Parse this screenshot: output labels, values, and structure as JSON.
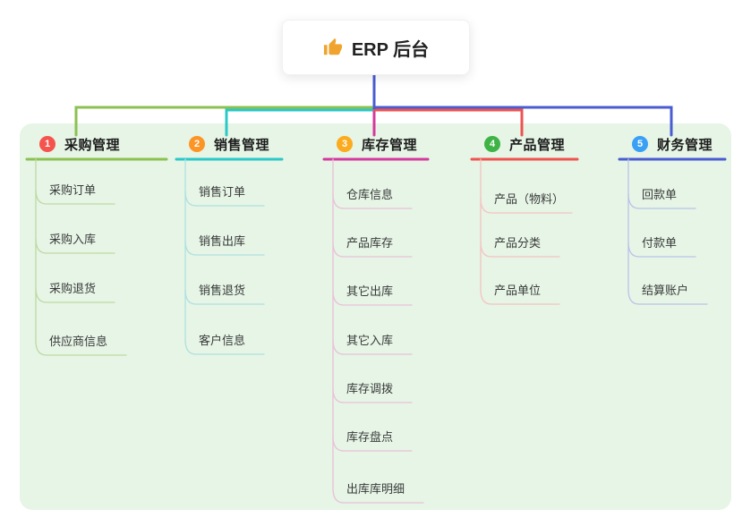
{
  "root": {
    "label": "ERP 后台",
    "icon": "thumbs-up",
    "icon_color": "#f0a32f"
  },
  "panel": {
    "background": "#e6f5e6"
  },
  "connector": {
    "root_line_color": "#4a5cd0"
  },
  "branches": [
    {
      "number": "1",
      "label": "采购管理",
      "badge_color": "#f5534d",
      "color": "#8cc152",
      "light_color": "#bfd9a1",
      "children": [
        "采购订单",
        "采购入库",
        "采购退货",
        "供应商信息"
      ]
    },
    {
      "number": "2",
      "label": "销售管理",
      "badge_color": "#fd9426",
      "color": "#2bc8c8",
      "light_color": "#aee0e0",
      "children": [
        "销售订单",
        "销售出库",
        "销售退货",
        "客户信息"
      ]
    },
    {
      "number": "3",
      "label": "库存管理",
      "badge_color": "#fbab1d",
      "color": "#d4399e",
      "light_color": "#e9c0d8",
      "children": [
        "仓库信息",
        "产品库存",
        "其它出库",
        "其它入库",
        "库存调拨",
        "库存盘点",
        "出库库明细"
      ]
    },
    {
      "number": "4",
      "label": "产品管理",
      "badge_color": "#3eb346",
      "color": "#ef5350",
      "light_color": "#f4c3c1",
      "children": [
        "产品（物料）",
        "产品分类",
        "产品单位"
      ]
    },
    {
      "number": "5",
      "label": "财务管理",
      "badge_color": "#3aa0f5",
      "color": "#4a5cd0",
      "light_color": "#bac3e8",
      "children": [
        "回款单",
        "付款单",
        "结算账户"
      ]
    }
  ]
}
